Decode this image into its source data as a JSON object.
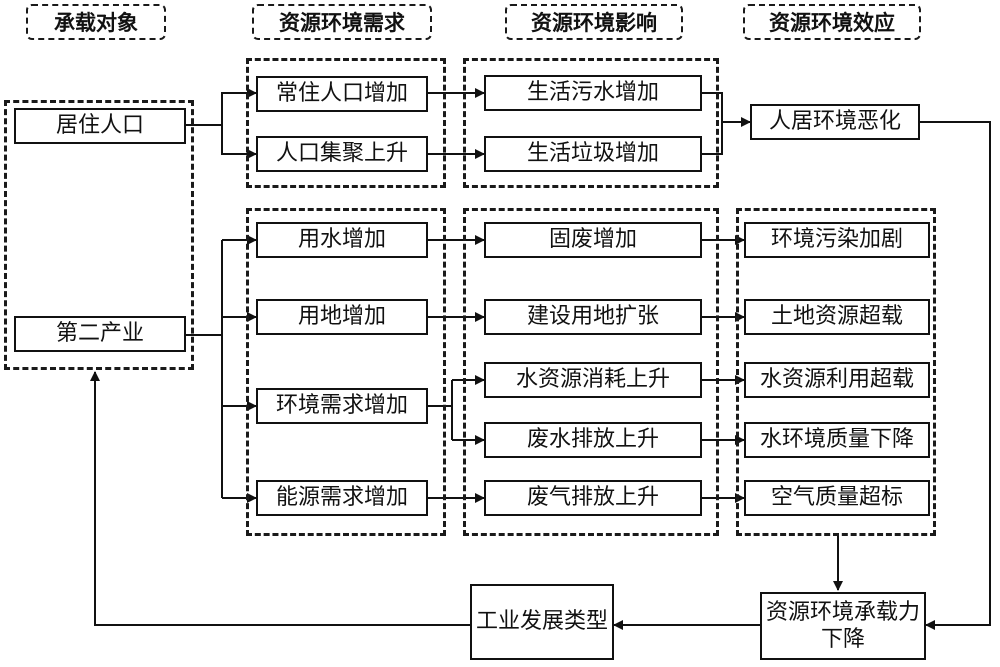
{
  "headers": {
    "object": "承载对象",
    "demand": "资源环境需求",
    "impact": "资源环境影响",
    "effect": "资源环境效应"
  },
  "objects": {
    "resident": "居住人口",
    "industry": "第二产业"
  },
  "demand": {
    "resident_pop_up": "常住人口增加",
    "pop_gather_up": "人口集聚上升",
    "water_use_up": "用水增加",
    "land_use_up": "用地增加",
    "env_demand_up": "环境需求增加",
    "energy_demand_up": "能源需求增加"
  },
  "impact": {
    "sewage_up": "生活污水增加",
    "garbage_up": "生活垃圾增加",
    "solid_waste_up": "固废增加",
    "land_expand": "建设用地扩张",
    "water_consume_up": "水资源消耗上升",
    "wastewater_up": "废水排放上升",
    "exhaust_up": "废气排放上升"
  },
  "effect": {
    "living_env_worse": "人居环境恶化",
    "pollution_worse": "环境污染加剧",
    "land_overload": "土地资源超载",
    "water_overload": "水资源利用超载",
    "water_quality_down": "水环境质量下降",
    "air_over_limit": "空气质量超标"
  },
  "bottom": {
    "capacity_down": "资源环境承载力下降",
    "industry_type": "工业发展类型"
  }
}
